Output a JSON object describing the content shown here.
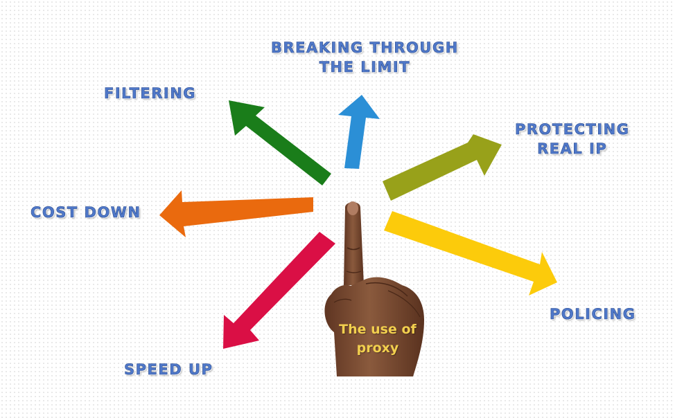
{
  "center": {
    "line1": "The use of",
    "line2": "proxy"
  },
  "labels": {
    "breaking": {
      "line1": "BREAKING THROUGH",
      "line2": "THE LIMIT"
    },
    "filtering": {
      "line1": "FILTERING"
    },
    "protecting": {
      "line1": "PROTECTING",
      "line2": "REAL IP"
    },
    "cost_down": {
      "line1": "COST DOWN"
    },
    "policing": {
      "line1": "POLICING"
    },
    "speed_up": {
      "line1": "SPEED UP"
    }
  },
  "colors": {
    "label_text": "#4f78c9",
    "filtering_arrow": "#1a7d1a",
    "breaking_arrow": "#2b8fd6",
    "protecting_arrow": "#98a11a",
    "cost_down_arrow": "#ea6a0e",
    "policing_arrow": "#fccb0b",
    "speed_up_arrow": "#da0f45",
    "hand_skin": "#845238",
    "center_text": "#f2cf4e"
  },
  "icons": {
    "hand": "pointing-hand-icon"
  }
}
